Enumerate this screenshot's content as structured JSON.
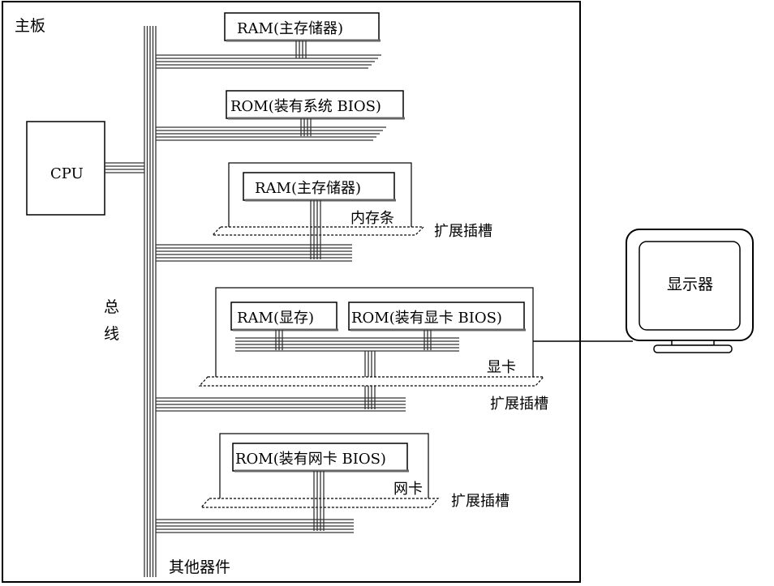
{
  "board": {
    "label": "主板"
  },
  "cpu": {
    "label": "CPU"
  },
  "bus": {
    "label_top": "总",
    "label_bottom": "线"
  },
  "modules": {
    "ram_main": {
      "label": "RAM(主存储器)"
    },
    "rom_bios": {
      "label": "ROM(装有系统 BIOS)"
    },
    "memory_stick": {
      "chip_label": "RAM(主存储器)",
      "card_label": "内存条",
      "slot_label": "扩展插槽"
    },
    "graphics_card": {
      "ram_label": "RAM(显存)",
      "rom_label": "ROM(装有显卡 BIOS)",
      "card_label": "显卡",
      "slot_label": "扩展插槽"
    },
    "network_card": {
      "rom_label": "ROM(装有网卡 BIOS)",
      "card_label": "网卡",
      "slot_label": "扩展插槽"
    }
  },
  "other": {
    "label": "其他器件"
  },
  "monitor": {
    "label": "显示器"
  }
}
